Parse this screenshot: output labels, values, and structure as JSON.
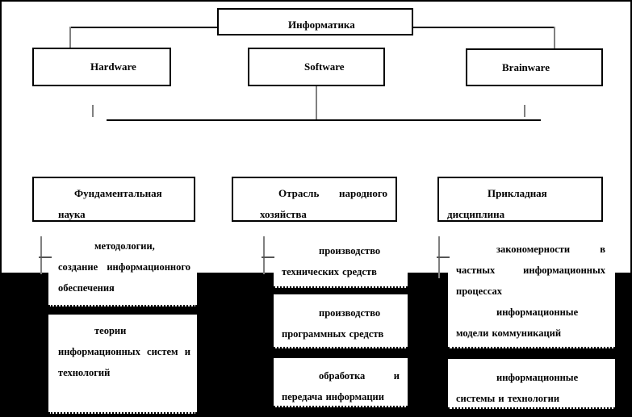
{
  "diagram": {
    "root": {
      "label": "Информатика"
    },
    "level1": [
      {
        "label": "Hardware"
      },
      {
        "label": "Software"
      },
      {
        "label": "Brainware"
      }
    ],
    "categories": [
      {
        "title": "Фундаментальная наука",
        "items": [
          "методологии, создание информационного обеспечения",
          "теории информационных систем и технологий"
        ]
      },
      {
        "title": "Отрасль народного хозяйства",
        "items": [
          "производство технических средств",
          "производство программных средств",
          "обработка и передача информации"
        ]
      },
      {
        "title": "Прикладная дисциплина",
        "items": [
          "закономерности в частных информационных процессах",
          "информационные модели коммуникаций",
          "информационные системы и технологии"
        ]
      }
    ]
  },
  "colors": {
    "page_background": "#ffffff",
    "text": "#000000",
    "lower_block_background": "#000000",
    "connector_gray": "#808080"
  }
}
